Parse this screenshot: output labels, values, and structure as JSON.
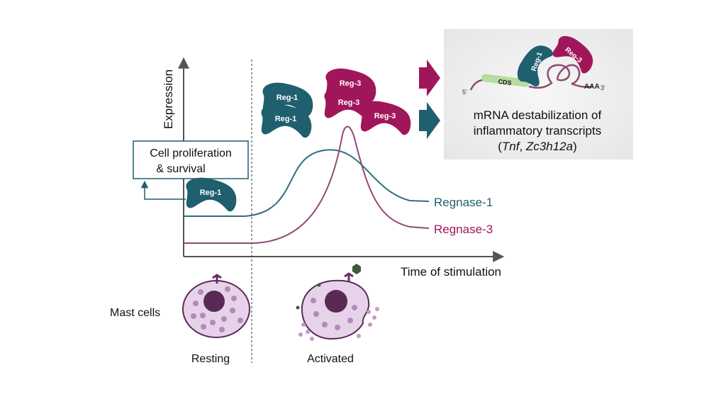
{
  "axes": {
    "y_label": "Expression",
    "x_label": "Time of stimulation"
  },
  "box": {
    "line1": "Cell proliferation",
    "line2": "& survival"
  },
  "proteins": {
    "reg1": "Reg-1",
    "reg3": "Reg-3"
  },
  "curves": {
    "regnase1": "Regnase-1",
    "regnase3": "Regnase-3"
  },
  "mrna": {
    "cds": "CDS",
    "five_prime": "5'",
    "three_prime": "3'",
    "polya": "AAA",
    "line1": "mRNA destabilization of",
    "line2": "inflammatory transcripts",
    "paren_open": "(",
    "tnf": "Tnf",
    "comma": ", ",
    "zc3h12a": "Zc3h12a",
    "paren_close": ")"
  },
  "cells": {
    "row_label": "Mast cells",
    "resting": "Resting",
    "activated": "Activated"
  },
  "colors": {
    "teal": "#1f5f6e",
    "magenta": "#a0165a",
    "cds_green": "#b7dc9e",
    "panel_gray": "#eeeeee",
    "cell_lilac": "#e6d3ea",
    "nucleus": "#5a2a55"
  }
}
